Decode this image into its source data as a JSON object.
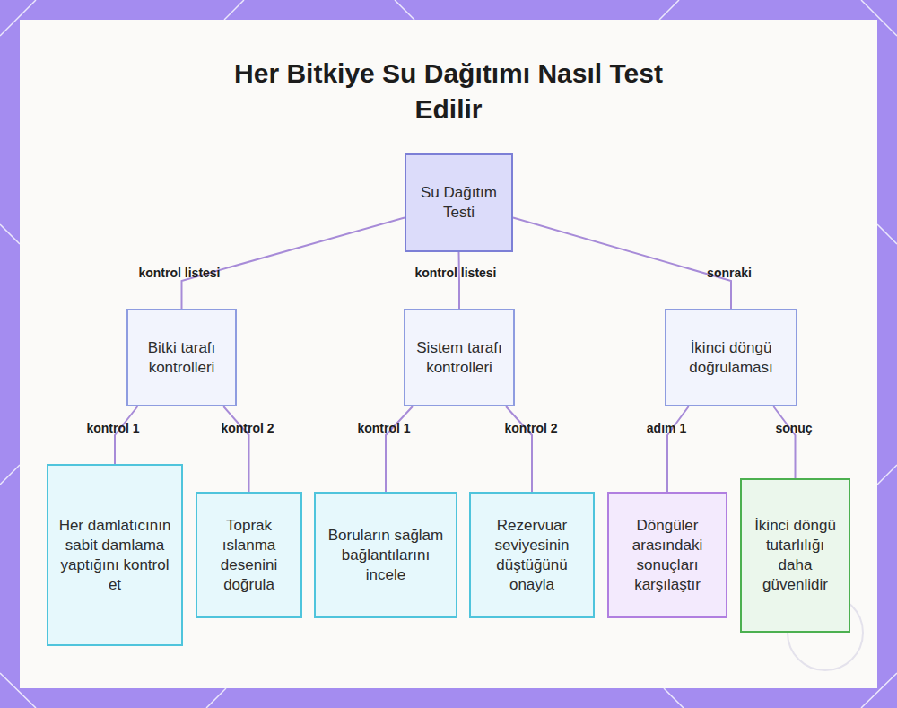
{
  "diagram": {
    "title": "Her Bitkiye Su Dağıtımı Nasıl Test Edilir",
    "nodes": [
      {
        "text": [
          "Su Dağıtım Testi"
        ]
      },
      {
        "text": [
          "Bitki tarafı kontrolleri"
        ]
      },
      {
        "text": [
          "Sistem tarafı kontrolleri"
        ]
      },
      {
        "text": [
          "İkinci döngü doğrulaması"
        ]
      },
      {
        "text": [
          "Her damlatıcının sabit damlama yaptığını kontrol et"
        ]
      },
      {
        "text": [
          "Toprak ıslanma desenini doğrula"
        ]
      },
      {
        "text": [
          "Boruların sağlam bağlantılarını incele"
        ]
      },
      {
        "text": [
          "Rezervuar seviyesinin düştüğünü onayla"
        ]
      },
      {
        "text": [
          "Döngüler arasındaki sonuçları karşılaştır"
        ]
      },
      {
        "text": [
          "İkinci döngü tutarlılığı daha güvenlidir"
        ]
      }
    ],
    "edges": [
      {
        "from": 0,
        "to": 1,
        "label": "kontrol listesi",
        "arrow": "none"
      },
      {
        "from": 0,
        "to": 2,
        "label": "kontrol listesi",
        "arrow": "none"
      },
      {
        "from": 0,
        "to": 3,
        "label": "sonraki",
        "arrow": "none"
      },
      {
        "from": 1,
        "to": 4,
        "label": "kontrol 1",
        "arrow": "none"
      },
      {
        "from": 1,
        "to": 5,
        "label": "kontrol 2",
        "arrow": "none"
      },
      {
        "from": 2,
        "to": 6,
        "label": "kontrol 1",
        "arrow": "none"
      },
      {
        "from": 2,
        "to": 7,
        "label": "kontrol 2",
        "arrow": "none"
      },
      {
        "from": 3,
        "to": 8,
        "label": "adım 1",
        "arrow": "none"
      },
      {
        "from": 3,
        "to": 9,
        "label": "sonuç",
        "arrow": "none"
      }
    ]
  }
}
